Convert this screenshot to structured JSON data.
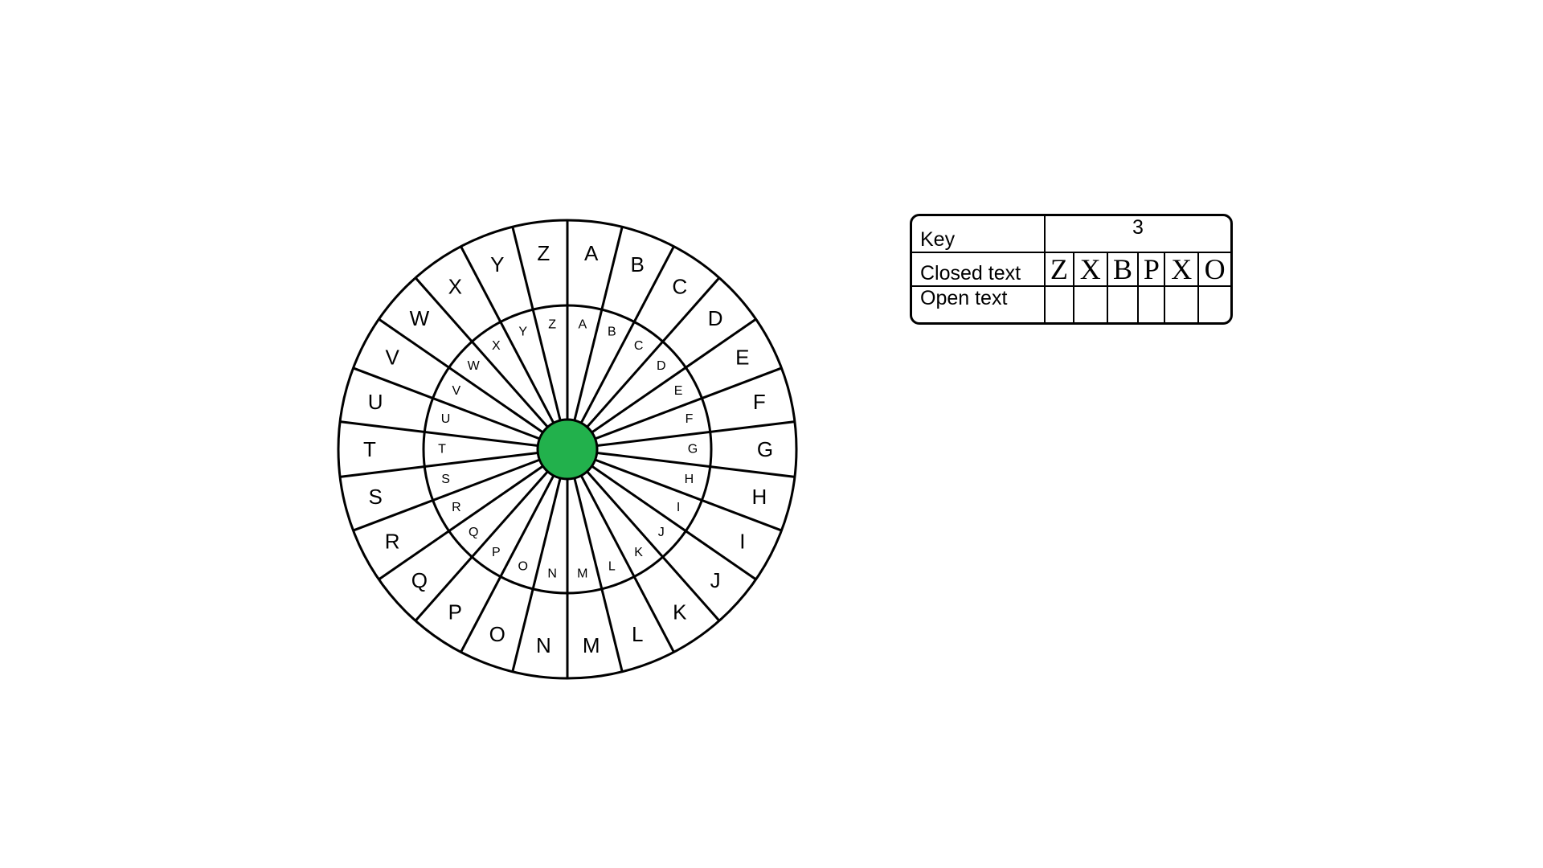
{
  "wheel": {
    "outer_letters": [
      "A",
      "B",
      "C",
      "D",
      "E",
      "F",
      "G",
      "H",
      "I",
      "J",
      "K",
      "L",
      "M",
      "N",
      "O",
      "P",
      "Q",
      "R",
      "S",
      "T",
      "U",
      "V",
      "W",
      "X",
      "Y",
      "Z"
    ],
    "inner_letters": [
      "A",
      "B",
      "C",
      "D",
      "E",
      "F",
      "G",
      "H",
      "I",
      "J",
      "K",
      "L",
      "M",
      "N",
      "O",
      "P",
      "Q",
      "R",
      "S",
      "T",
      "U",
      "V",
      "W",
      "X",
      "Y",
      "Z"
    ],
    "center_color": "#22b14c"
  },
  "table": {
    "key_label": "Key",
    "key_value": "3",
    "closed_label": "Closed text",
    "closed_letters": [
      "Z",
      "X",
      "B",
      "P",
      "X",
      "O"
    ],
    "open_label": "Open text",
    "open_letters": [
      "",
      "",
      "",
      "",
      "",
      ""
    ]
  }
}
